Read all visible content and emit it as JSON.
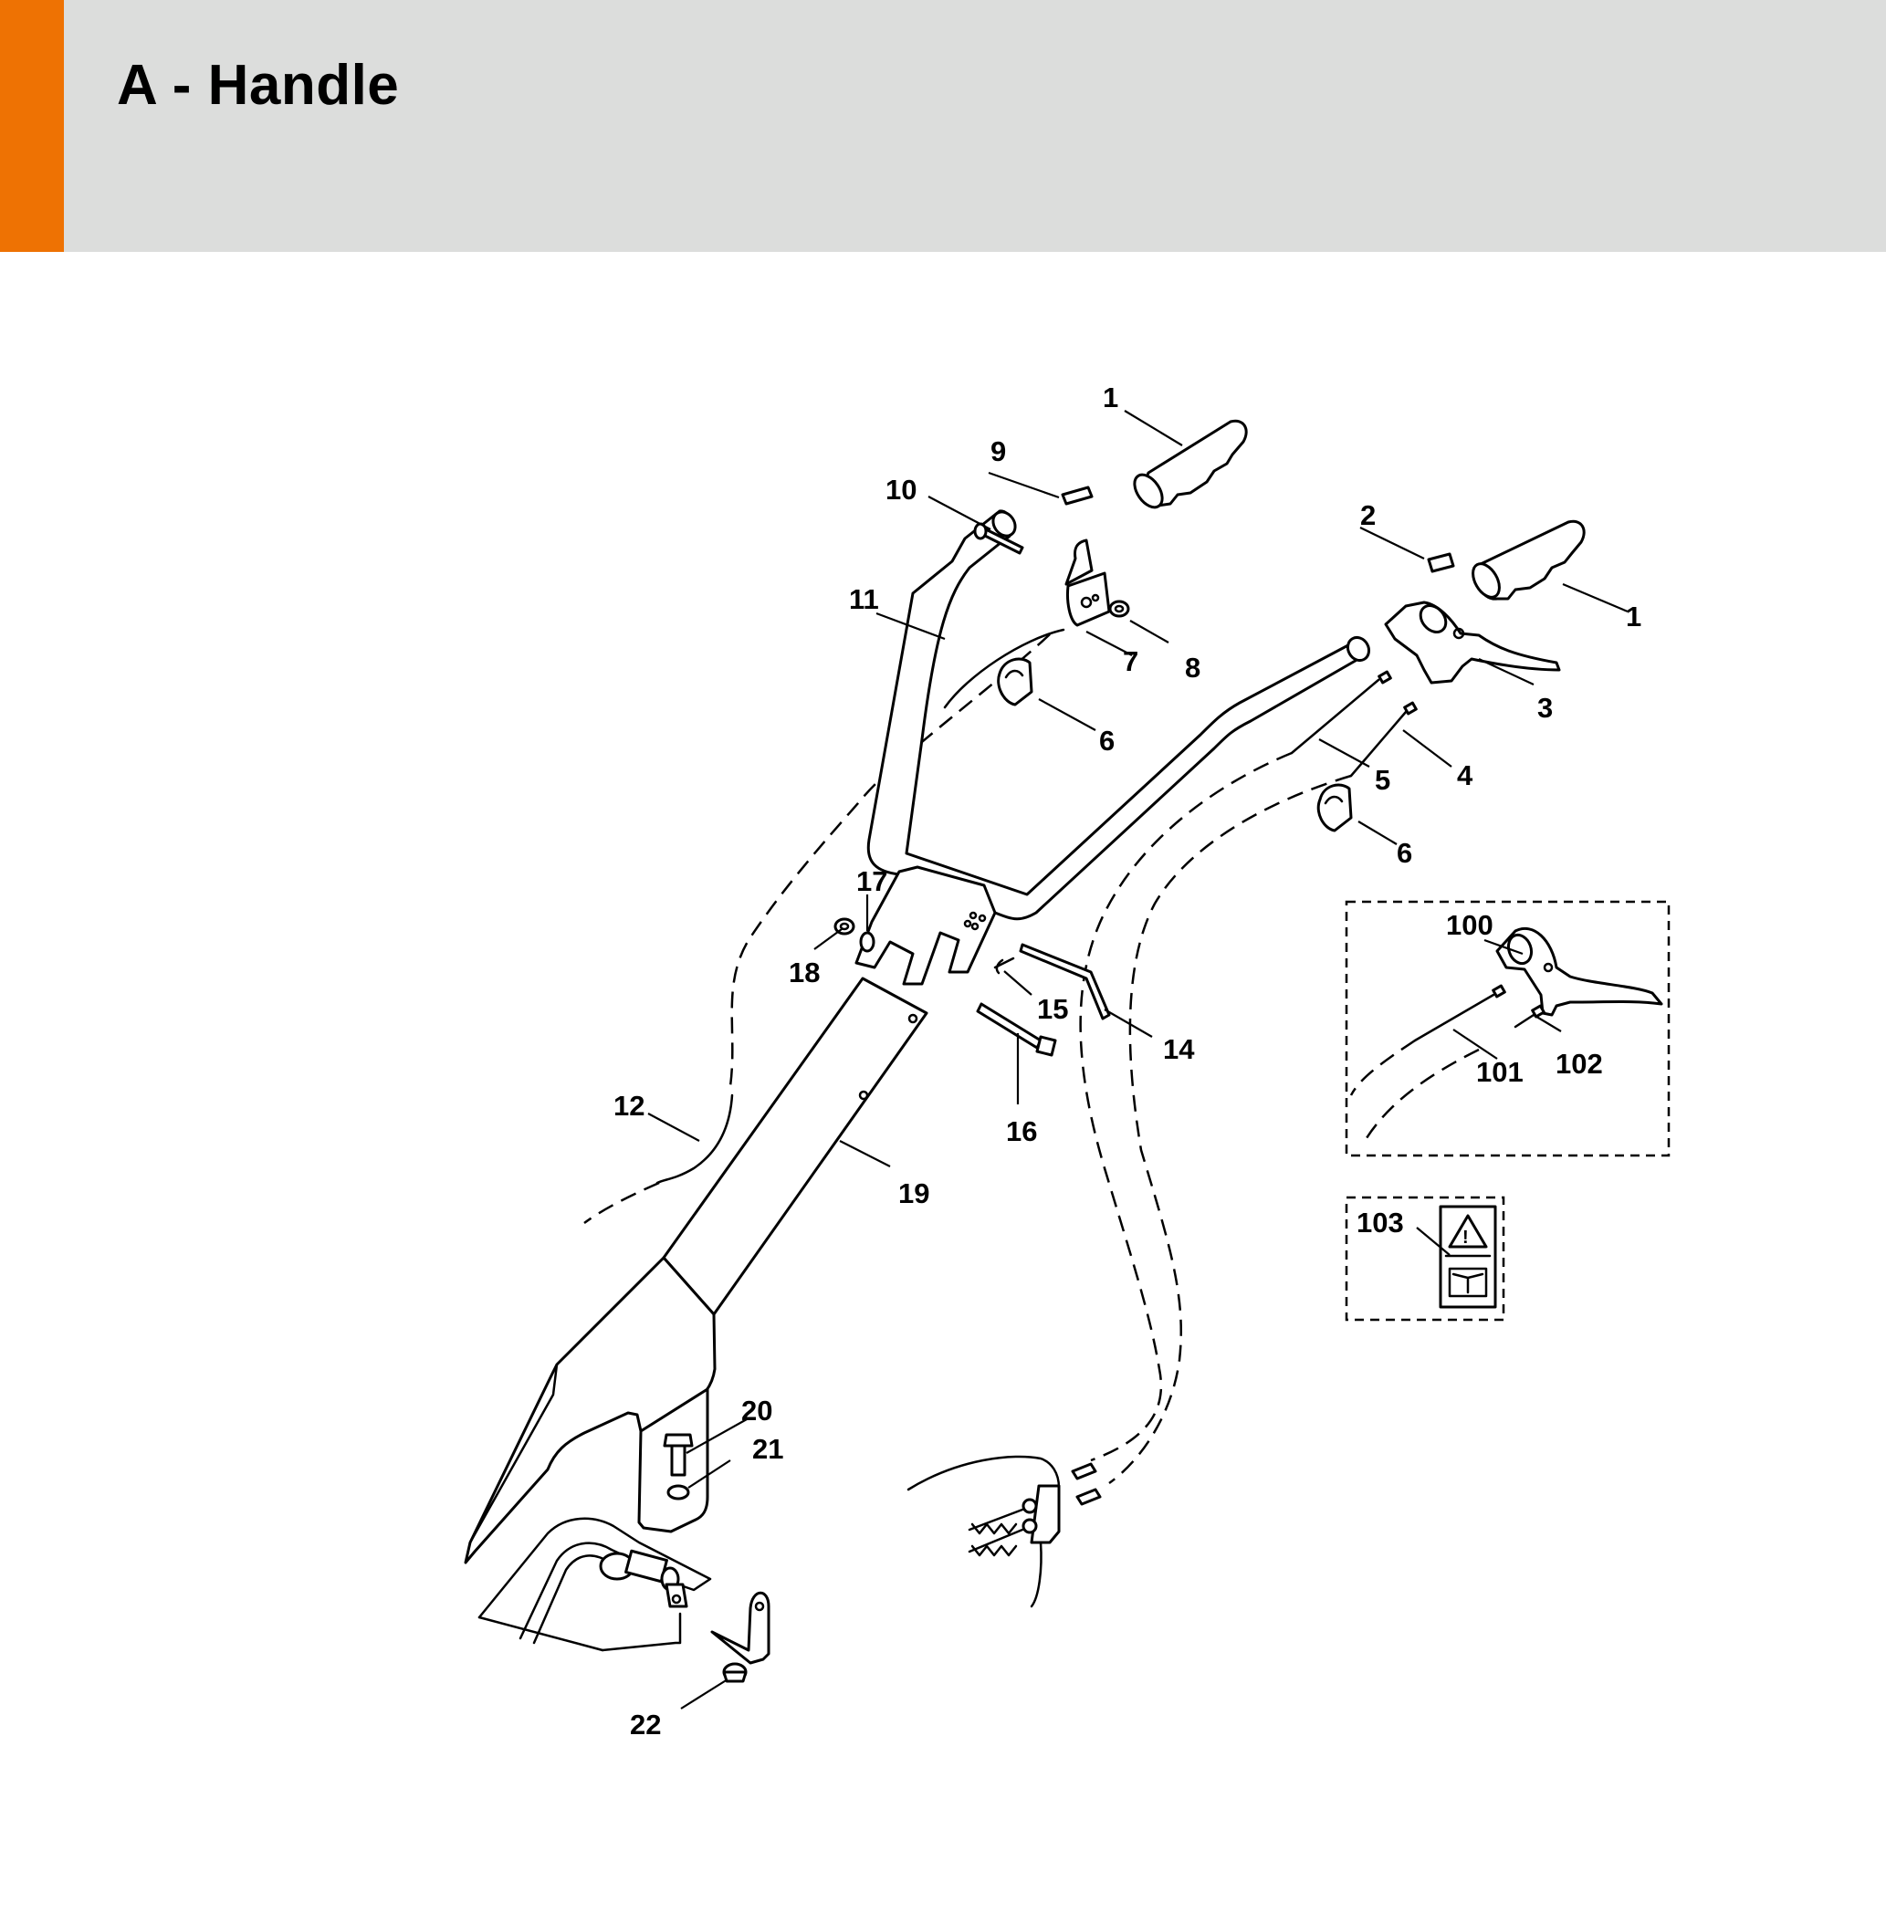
{
  "header": {
    "title": "A - Handle",
    "accent_color": "#ee7203",
    "background_color": "#dcdddc"
  },
  "callouts": {
    "c1a": "1",
    "c1b": "1",
    "c2": "2",
    "c3": "3",
    "c4": "4",
    "c5": "5",
    "c6a": "6",
    "c6b": "6",
    "c7": "7",
    "c8": "8",
    "c9": "9",
    "c10": "10",
    "c11": "11",
    "c12": "12",
    "c14": "14",
    "c15": "15",
    "c16": "16",
    "c17": "17",
    "c18": "18",
    "c19": "19",
    "c20": "20",
    "c21": "21",
    "c22": "22",
    "c100": "100",
    "c101": "101",
    "c102": "102",
    "c103": "103"
  },
  "icons": {
    "warning_label": "warning-triangle-icon",
    "manual_label": "open-book-icon"
  }
}
